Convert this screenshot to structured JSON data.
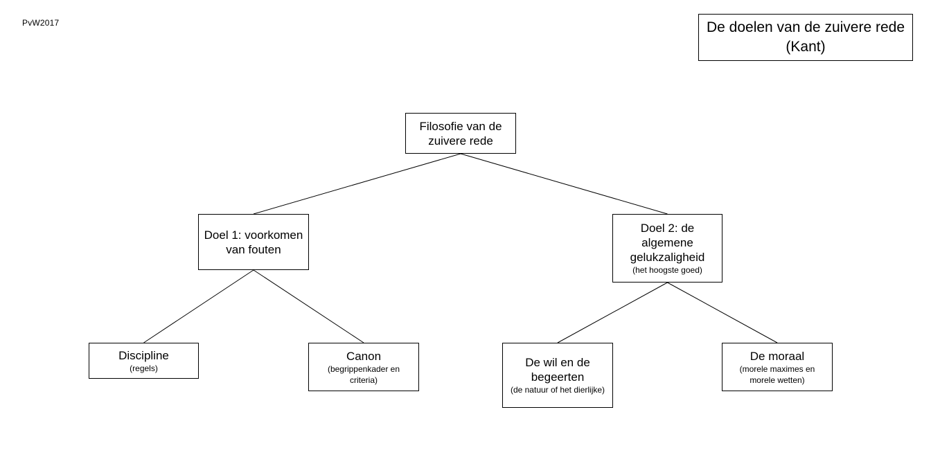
{
  "credit": "PvW2017",
  "title": "De doelen van de zuivere rede (Kant)",
  "nodes": {
    "root": {
      "label": "Filosofie van de zuivere rede"
    },
    "doel1": {
      "label": "Doel 1: voorkomen van fouten"
    },
    "doel2": {
      "label": "Doel 2: de algemene gelukzaligheid",
      "sub": "(het hoogste goed)"
    },
    "discipline": {
      "label": "Discipline",
      "sub": "(regels)"
    },
    "canon": {
      "label": "Canon",
      "sub": "(begrippenkader en criteria)"
    },
    "wil": {
      "label": "De wil en de begeerten",
      "sub": "(de natuur of het dierlijke)"
    },
    "moraal": {
      "label": "De moraal",
      "sub": "(morele maximes en morele wetten)"
    }
  },
  "edges": [
    [
      "root",
      "doel1"
    ],
    [
      "root",
      "doel2"
    ],
    [
      "doel1",
      "discipline"
    ],
    [
      "doel1",
      "canon"
    ],
    [
      "doel2",
      "wil"
    ],
    [
      "doel2",
      "moraal"
    ]
  ]
}
